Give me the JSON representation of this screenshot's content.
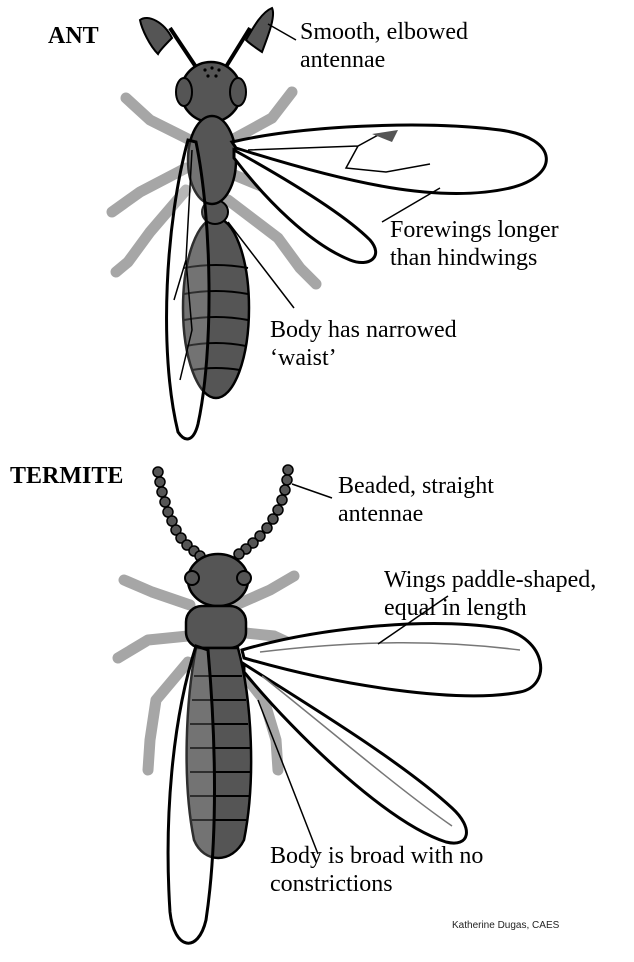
{
  "ant": {
    "title": "ANT",
    "callouts": {
      "antennae": [
        "Smooth, elbowed",
        "antennae"
      ],
      "wings": [
        "Forewings longer",
        "than hindwings"
      ],
      "body": [
        "Body has narrowed",
        "‘waist’"
      ]
    }
  },
  "termite": {
    "title": "TERMITE",
    "callouts": {
      "antennae": [
        "Beaded, straight",
        "antennae"
      ],
      "wings": [
        "Wings paddle-shaped,",
        "equal in length"
      ],
      "body": [
        "Body is broad with no",
        "constrictions"
      ]
    }
  },
  "credit": "Katherine Dugas, CAES",
  "colors": {
    "body_fill": "#555555",
    "leg_fill": "#a6a6a6",
    "wing_fill": "#ffffff",
    "outline": "#000000"
  }
}
